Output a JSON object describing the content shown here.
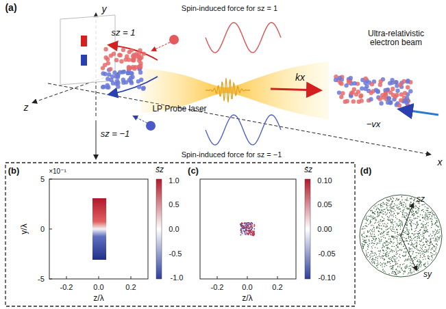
{
  "diagram": {
    "labels": [
      "(a)",
      "y",
      "z",
      "x",
      "sz = 1",
      "Spin-induced force for sz = 1",
      "LP Probe laser",
      "kx",
      "Ultra-relativistic electron beam",
      "−vx",
      "Spin-induced force for sz = −1",
      "sz = −1",
      "(b)",
      "×10⁻¹",
      "5",
      "0",
      "-5",
      "y/λ",
      "-0.2",
      "0.0",
      "0.2",
      "z/λ",
      "1.0",
      "0.5",
      "0.0",
      "-0.5",
      "-1.0",
      "s̄z",
      "(c)",
      "-0.2",
      "0.0",
      "0.2",
      "z/λ",
      "0.10",
      "0.05",
      "0.00",
      "-0.05",
      "-0.10",
      "s̄z",
      "(d)",
      "sz",
      "sy"
    ]
  }
}
